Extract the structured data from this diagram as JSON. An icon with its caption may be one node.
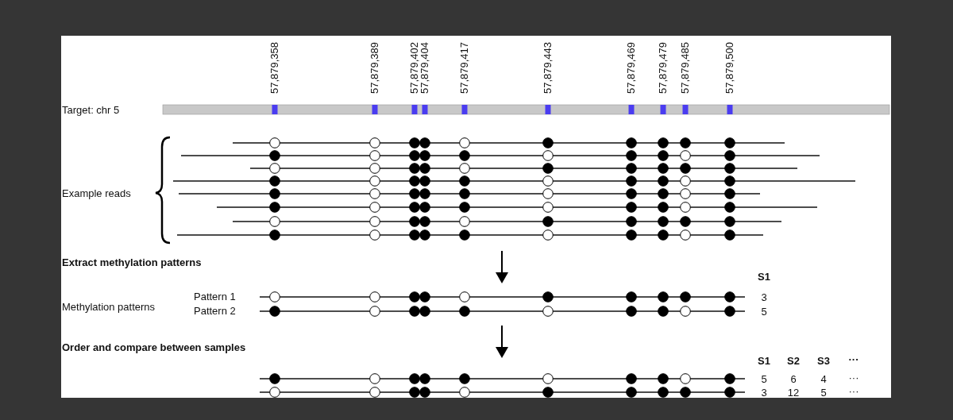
{
  "diagram": {
    "labels": [
      "57,879,358",
      "57,879,389",
      "57,879,402",
      "57,879,404",
      "57,879,417",
      "57,879,443",
      "57,879,469",
      "57,879,479",
      "57,879,485",
      "57,879,500",
      "Target: chr 5",
      "Example reads",
      "Extract methylation patterns",
      "S1",
      "Methylation patterns",
      "Pattern 1",
      "3",
      "Pattern 2",
      "5",
      "Order and compare between samples",
      "S1",
      "S2",
      "S3",
      "···",
      "5",
      "6",
      "4",
      "···",
      "3",
      "12",
      "5",
      "···"
    ]
  }
}
